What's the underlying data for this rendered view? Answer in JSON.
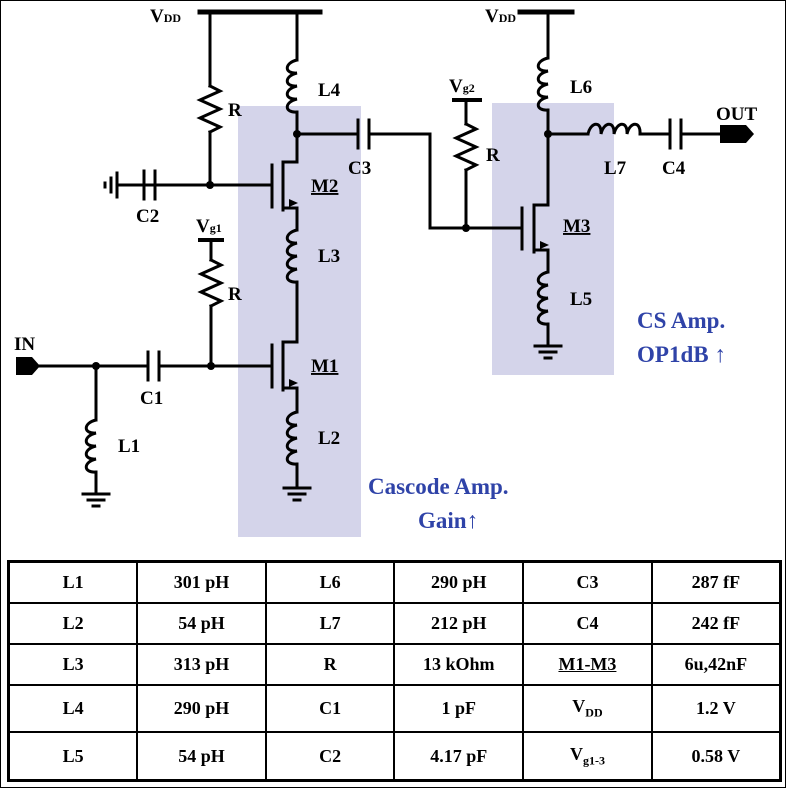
{
  "circuit": {
    "vdd_main": "V",
    "vdd_sub": "DD",
    "vg1_main": "V",
    "vg1_sub": "g1",
    "vg2_main": "V",
    "vg2_sub": "g2",
    "in_label": "IN",
    "out_label": "OUT",
    "labels": {
      "L1": "L1",
      "L2": "L2",
      "L3": "L3",
      "L4": "L4",
      "L5": "L5",
      "L6": "L6",
      "L7": "L7",
      "C1": "C1",
      "C2": "C2",
      "C3": "C3",
      "C4": "C4",
      "R": "R",
      "M1": "M1",
      "M2": "M2",
      "M3": "M3"
    },
    "cascode_note": [
      "Cascode Amp.",
      "Gain↑"
    ],
    "cs_note": [
      "CS Amp.",
      "OP1dB ↑"
    ],
    "highlight_color": "#d4d4ea",
    "note_color": "#2f43a8"
  },
  "table": {
    "rows": [
      [
        "L1",
        "301 pH",
        "L6",
        "290 pH",
        "C3",
        "287 fF"
      ],
      [
        "L2",
        "54 pH",
        "L7",
        "212 pH",
        "C4",
        "242 fF"
      ],
      [
        "L3",
        "313 pH",
        "R",
        "13 kOhm",
        "M1-M3",
        "6u,42nF"
      ],
      [
        "L4",
        "290 pH",
        "C1",
        "1 pF",
        "V",
        "1.2 V"
      ],
      [
        "L5",
        "54 pH",
        "C2",
        "4.17 pF",
        "V",
        "0.58 V"
      ]
    ],
    "subs": {
      "vdd": "DD",
      "vg13": "g1-3"
    }
  }
}
